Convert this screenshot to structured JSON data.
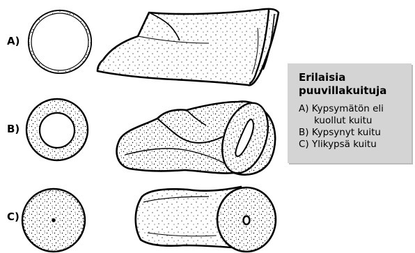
{
  "labels": {
    "a": "A)",
    "b": "B)",
    "c": "C)"
  },
  "legend": {
    "title_line1": "Erilaisia",
    "title_line2": "puuvillakuituja",
    "item_a1": "A) Kypsymätön eli",
    "item_a2": "kuollut kuitu",
    "item_b": "B) Kypsynyt kuitu",
    "item_c": "C) Ylikypsä kuitu"
  },
  "colors": {
    "ink": "#000000",
    "legend_bg": "#d4d4d4",
    "fill": "#ffffff"
  },
  "icons": {
    "fiber_a_cross_section": "thin-ring",
    "fiber_a_side": "flattened-ribbon",
    "fiber_b_cross_section": "thick-ring-with-lumen",
    "fiber_b_side": "twisted-fiber",
    "fiber_c_cross_section": "solid-disc-dot-center",
    "fiber_c_side": "cylinder-fiber"
  }
}
